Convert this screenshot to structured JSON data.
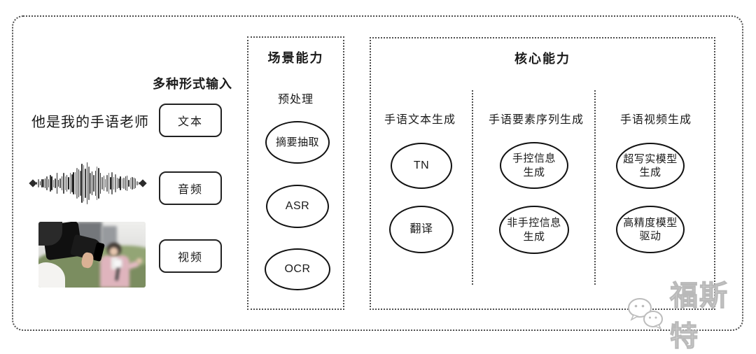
{
  "input_section": {
    "label": "多种形式输入",
    "sample_text": "他是我的手语老师",
    "items": [
      {
        "label": "文本"
      },
      {
        "label": "音频"
      },
      {
        "label": "视频"
      }
    ]
  },
  "scene_box": {
    "title": "场景能力",
    "subtitle": "预处理",
    "nodes": [
      "摘要抽取",
      "ASR",
      "OCR"
    ]
  },
  "core_box": {
    "title": "核心能力",
    "columns": [
      {
        "header": "手语文本生成",
        "nodes": [
          "TN",
          "翻译"
        ]
      },
      {
        "header": "手语要素序列生成",
        "nodes": [
          "手控信息\n生成",
          "非手控信息\n生成"
        ]
      },
      {
        "header": "手语视频生成",
        "nodes": [
          "超写实模型\n生成",
          "高精度模型\n驱动"
        ]
      }
    ]
  },
  "watermark": {
    "text": "福斯特",
    "icon": "wechat-icon"
  },
  "colors": {
    "stroke": "#1a1a1a",
    "dotted_border": "#4f4f4f",
    "watermark": "#bcbcbc"
  }
}
